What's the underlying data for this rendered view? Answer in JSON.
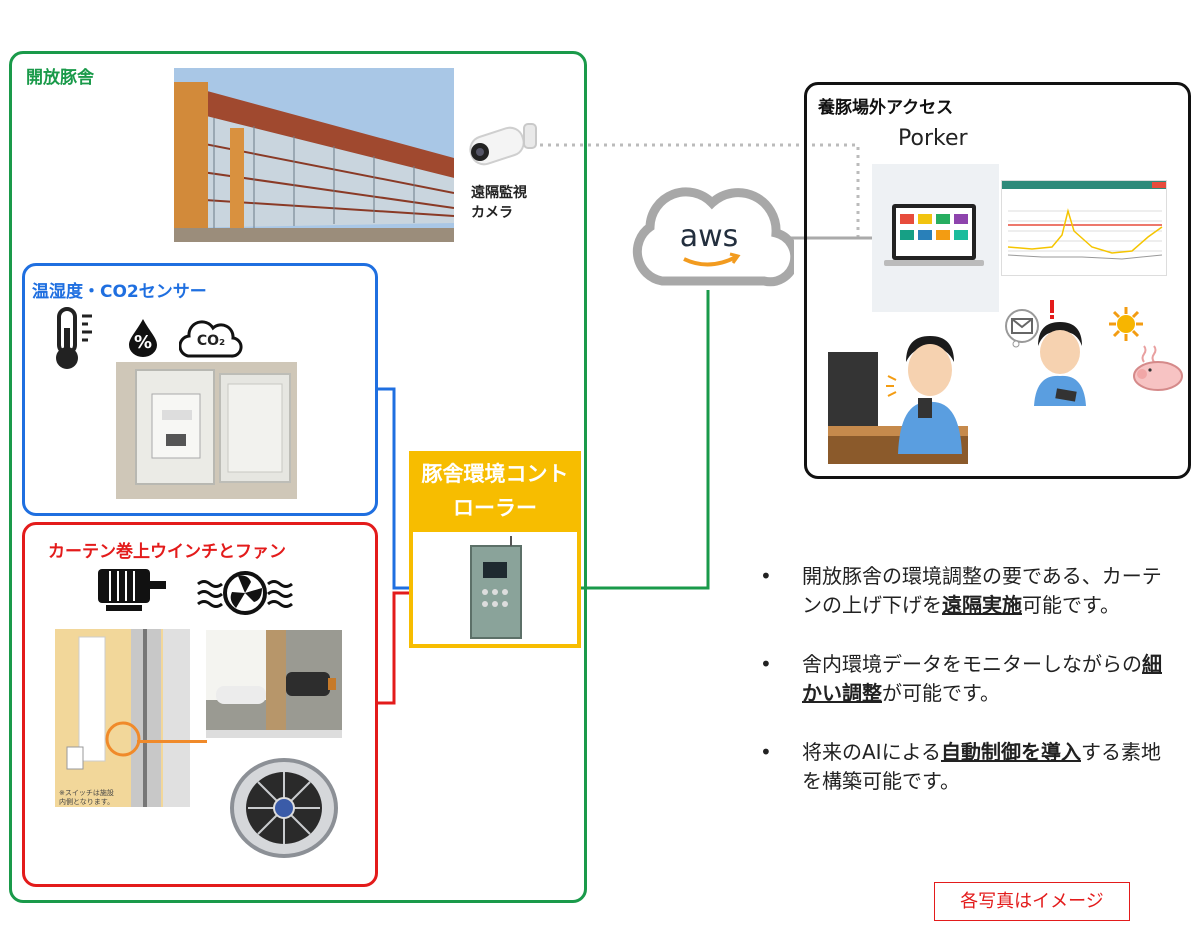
{
  "boxes": {
    "open_barn": "開放豚舎",
    "sensor": "温湿度・CO2センサー",
    "winch_fan": "カーテン巻上ウインチとファン",
    "remote_access": "養豚場外アクセス"
  },
  "camera_label": [
    "遠隔監視",
    "カメラ"
  ],
  "co2_label": "CO₂",
  "humidity_symbol": "%",
  "cloud_label": "aws",
  "porker_label": "Porker",
  "controller_title": [
    "豚舎環境コント",
    "ローラー"
  ],
  "bullets": [
    {
      "pre": "開放豚舎の環境調整の要である、カーテンの上げ下げを",
      "em": "遠隔実施",
      "post": "可能です。"
    },
    {
      "pre": "舎内環境データをモニターしながらの",
      "em": "細かい調整",
      "post": "が可能です。"
    },
    {
      "pre": "将来のAIによる",
      "em": "自動制御を導入",
      "post": "する素地を構築可能です。"
    }
  ],
  "bullet_symbol": "•",
  "switch_caption": [
    "※スイッチは施設",
    "内側となります。"
  ],
  "note": "各写真はイメージ",
  "colors": {
    "green": "#1a9a4a",
    "blue": "#1f6fe0",
    "red": "#e31b1b",
    "yellow": "#f7bd00"
  }
}
